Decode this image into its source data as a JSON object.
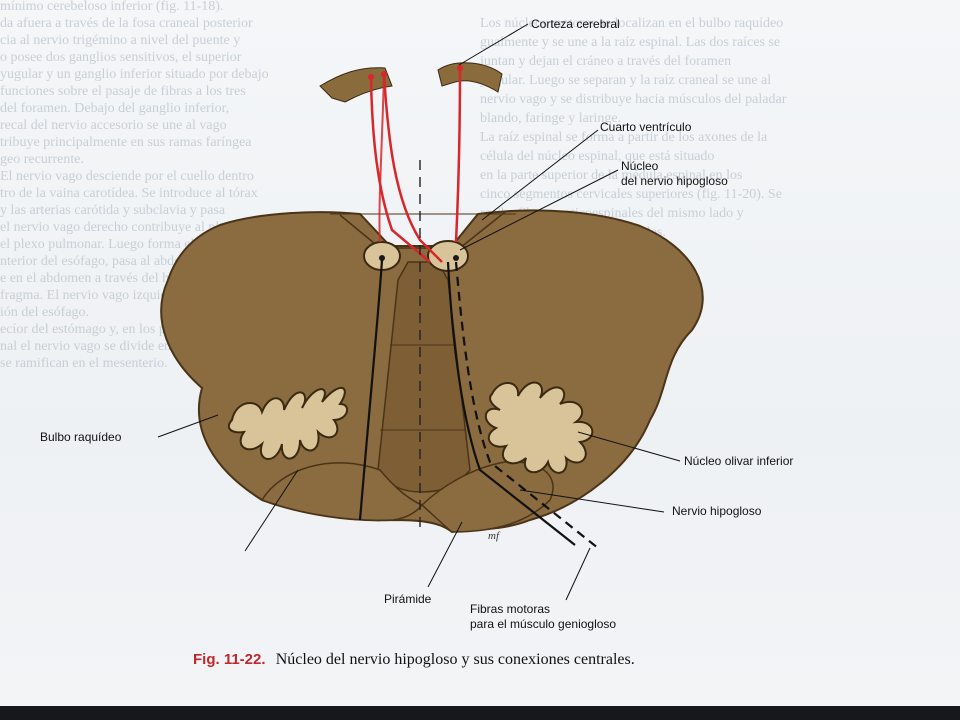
{
  "figure": {
    "number": "Fig. 11-22.",
    "caption": "Núcleo del nervio hipogloso y sus conexiones centrales.",
    "initials": "mf",
    "labels": {
      "corteza": "Corteza cerebral",
      "cuarto": "Cuarto ventrículo",
      "nucleo1": "Núcleo",
      "nucleo2": "del nervio hipogloso",
      "bulbo": "Bulbo raquídeo",
      "olivar": "Núcleo olivar inferior",
      "nervio": "Nervio hipogloso",
      "piramide": "Pirámide",
      "fibras1": "Fibras motoras",
      "fibras2": "para el músculo geniogloso"
    }
  },
  "background_text": {
    "left": [
      "mínimo cerebeloso inferior (fig. 11-18).",
      "da afuera a través de la fosa craneal posterior",
      "cia al nervio trigémino a nivel del puente y",
      "o posee dos ganglios sensitivos, el superior",
      "yugular y un ganglio inferior situado por debajo",
      "funciones sobre el pasaje de fibras a los tres",
      "del foramen. Debajo del ganglio inferior,",
      "recal del nervio accesorio se une al vago",
      "tribuye principalmente en sus ramas faríngea",
      "geo recurrente.",
      "El nervio vago desciende por el cuello dentro",
      "tro de la vaina carotídea. Se introduce al tórax",
      "y las arterias carótida y subclavia y pasa",
      "el nervio vago derecho contribuye al plexo",
      "el plexo pulmonar. Luego forma el plexo",
      "nterior del esófago, pasa al abdomen",
      "e en el abdomen a través del hiato",
      "fragma. El nervio vago izquierdo",
      "ión del esófago.",
      "ecíor del estómago y, en los plexos",
      "nal el nervio vago se divide en ramos",
      "se ramifican en el mesenterio."
    ],
    "right": [
      "Los núcleos motores se localizan en el bulbo raquídeo",
      "gualmente y se une a la raíz espinal. Las dos raíces se",
      "juntan y dejan el cráneo a través del foramen",
      "yugular. Luego se separan y la raíz craneal se une al",
      "nervio vago y se distribuye hacia músculos del paladar",
      "blando, faringe y laringe.",
      "",
      "La raíz espinal se forma a partir de los axones de la",
      "célula del núcleo espinal, que está situado",
      "en la parte superior de la médula espinal en los",
      "cinco segmentos cervicales superiores (fig. 11-20). Se",
      "recibe fibras corticoespinales del mismo lado y",
      "de ambos hemisferios cerebrales."
    ]
  }
}
